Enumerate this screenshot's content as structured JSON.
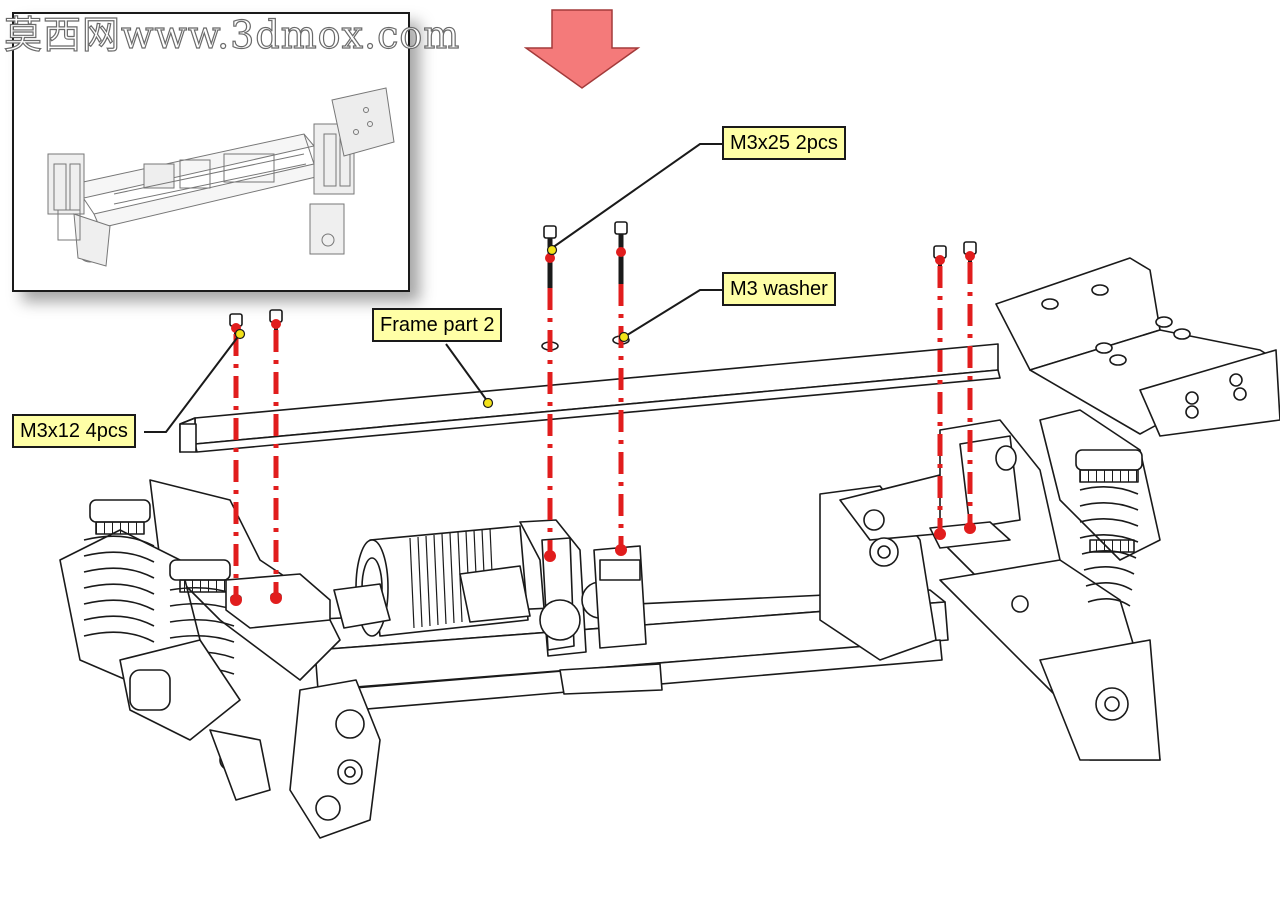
{
  "watermark": {
    "text": "莫西网www.3dmox.com"
  },
  "callouts": {
    "m3x25": "M3x25 2pcs",
    "m3_washer": "M3 washer",
    "frame_part_2": "Frame part 2",
    "m3x12": "M3x12 4pcs"
  },
  "colors": {
    "arrow_fill": "#f47a7a",
    "callout_fill": "#ffffa6",
    "axis_lines": "#e11d1d",
    "pointer_dot": "#f2e21a",
    "line_art": "#1a1a1a"
  },
  "icons": {
    "step_arrow": "down-arrow-icon"
  }
}
